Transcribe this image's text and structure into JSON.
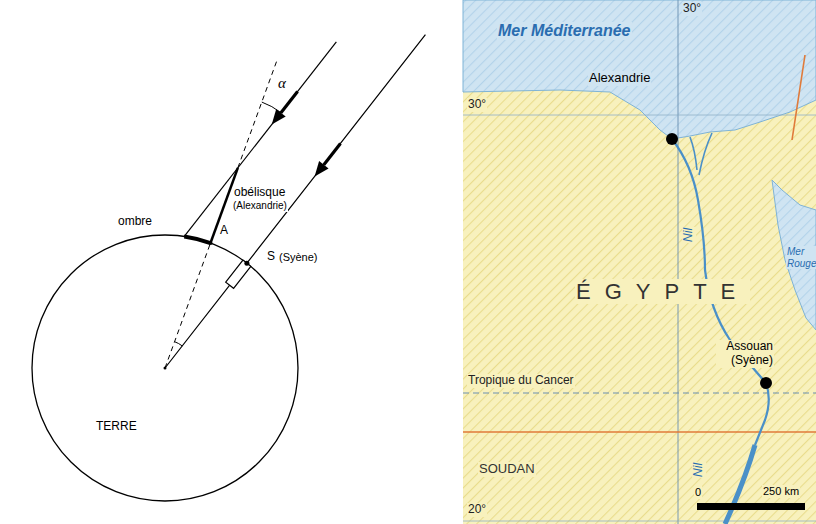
{
  "diagram": {
    "labels": [
      "α",
      "obélisque",
      "(Alexandrie)",
      "ombre",
      "A",
      "S",
      "(Syène)",
      "TERRE",
      "30°",
      "Mer Méditerranée",
      "Alexandrie",
      "30°",
      "Nil",
      "ÉGYPTE",
      "Mer Rouge",
      "Assouan (Syène)",
      "Tropique du Cancer",
      "SOUDAN",
      "Nil",
      "20°",
      "0",
      "250 km"
    ]
  }
}
